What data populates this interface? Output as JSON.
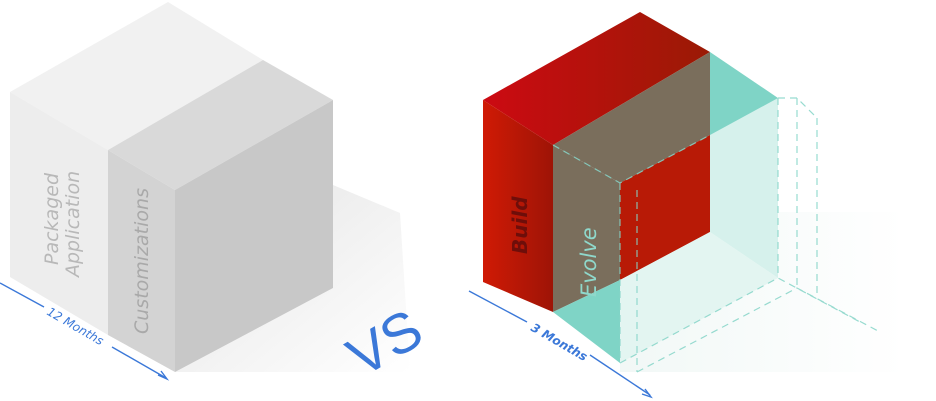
{
  "left_block": {
    "face_left_label_line1": "Packaged",
    "face_left_label_line2": "Application",
    "face_right_label": "Customizations",
    "duration_label": "12 Months",
    "colors": {
      "top": "#f0f0f0",
      "left": "#ececec",
      "mid": "#d6d6d6",
      "front": "#c9c9c9",
      "text": "#b5b5b5"
    }
  },
  "versus_label": "VS",
  "right_block": {
    "build_label": "Build",
    "evolve_label": "Evolve",
    "duration_label": "3 Months",
    "colors": {
      "build": "#c40f0a",
      "evolve": "#7a6e5c",
      "teal": "#7fd4c6",
      "teal_light": "#d6f1ec",
      "evolve_text": "#8fd8cb",
      "build_text": "#6e0e0a"
    }
  },
  "accent_color": "#3b78d8"
}
